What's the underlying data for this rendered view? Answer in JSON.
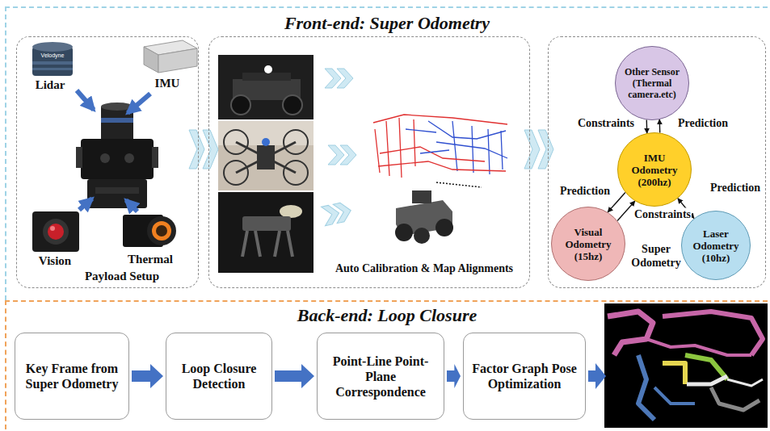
{
  "diagram": {
    "nodes": [
      {
        "text": [
          "Front-end: Super Odometry"
        ]
      },
      {
        "text": [
          "Payload Setup"
        ],
        "in": 0
      },
      {
        "text": [
          "Auto Calibration & Map Alignments"
        ],
        "in": 0
      },
      {
        "text": [
          "Super Odometry"
        ],
        "in": 0
      },
      {
        "text": [
          "Other Sensor (Thermal camera.etc)"
        ],
        "in": 3
      },
      {
        "text": [
          "IMU Odometry (200hz)"
        ],
        "in": 3
      },
      {
        "text": [
          "Visual Odometry (15hz)"
        ],
        "in": 3
      },
      {
        "text": [
          "Laser Odometry (10hz)"
        ],
        "in": 3
      },
      {
        "text": [
          "Back-end: Loop Closure"
        ]
      },
      {
        "text": [
          "Key Frame from Super Odometry"
        ],
        "in": 8
      },
      {
        "text": [
          "Loop Closure Detection"
        ],
        "in": 8
      },
      {
        "text": [
          "Point-Line Point-Plane Correspondence"
        ],
        "in": 8
      },
      {
        "text": [
          "Factor Graph Pose Optimization"
        ],
        "in": 8
      }
    ],
    "edges": [
      {
        "from": 1,
        "to": 2,
        "arrow": "to"
      },
      {
        "from": 2,
        "to": 3,
        "arrow": "to"
      },
      {
        "from": 4,
        "to": 5,
        "label": "Constraints",
        "arrow": "to"
      },
      {
        "from": 5,
        "to": 4,
        "label": "Prediction",
        "arrow": "to"
      },
      {
        "from": 5,
        "to": 6,
        "label": "Prediction",
        "arrow": "to"
      },
      {
        "from": 6,
        "to": 5,
        "label": "Constraints",
        "arrow": "to"
      },
      {
        "from": 5,
        "to": 7,
        "label": "Prediction",
        "arrow": "both"
      },
      {
        "from": 9,
        "to": 10,
        "arrow": "to"
      },
      {
        "from": 10,
        "to": 11,
        "arrow": "to"
      },
      {
        "from": 11,
        "to": 12,
        "arrow": "to"
      }
    ],
    "labels": [
      "Velodyne",
      "Lidar",
      "IMU",
      "Vision",
      "Thermal"
    ]
  }
}
